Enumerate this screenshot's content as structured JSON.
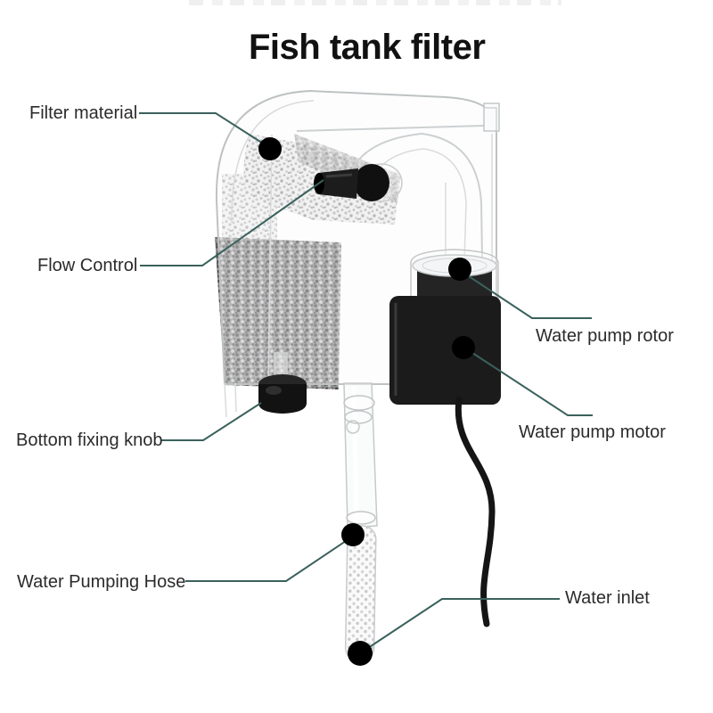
{
  "page": {
    "title": "Fish tank filter"
  },
  "diagram": {
    "subject": "hang-on-back aquarium fish tank filter",
    "colors": {
      "leader-line": "#3a615c",
      "marker": "#000000",
      "label-text": "#2b2b2b",
      "title-text": "#111111"
    },
    "labels": [
      {
        "id": "filter-material",
        "text": "Filter material"
      },
      {
        "id": "flow-control",
        "text": "Flow Control"
      },
      {
        "id": "bottom-fixing-knob",
        "text": "Bottom fixing knob"
      },
      {
        "id": "water-pumping-hose",
        "text": "Water Pumping Hose"
      },
      {
        "id": "water-pump-rotor",
        "text": "Water pump rotor"
      },
      {
        "id": "water-pump-motor",
        "text": "Water pump motor"
      },
      {
        "id": "water-inlet",
        "text": "Water inlet"
      }
    ]
  }
}
